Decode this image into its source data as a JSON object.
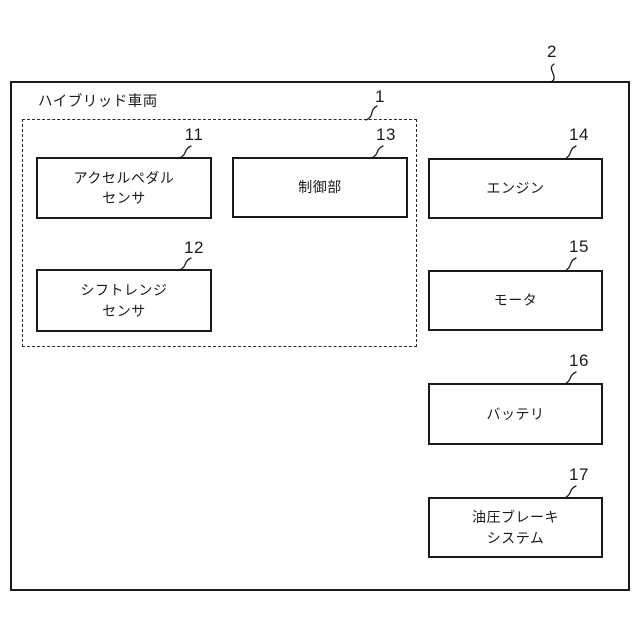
{
  "diagram": {
    "system_label": "ハイブリッド車両",
    "outer_ref": "2",
    "group_ref": "1"
  },
  "blocks": [
    {
      "ref": "11",
      "label": "アクセルペダル\nセンサ"
    },
    {
      "ref": "12",
      "label": "シフトレンジ\nセンサ"
    },
    {
      "ref": "13",
      "label": "制御部"
    },
    {
      "ref": "14",
      "label": "エンジン"
    },
    {
      "ref": "15",
      "label": "モータ"
    },
    {
      "ref": "16",
      "label": "バッテリ"
    },
    {
      "ref": "17",
      "label": "油圧ブレーキ\nシステム"
    }
  ],
  "colors": {
    "line": "#1a1a1a",
    "background": "#ffffff"
  }
}
